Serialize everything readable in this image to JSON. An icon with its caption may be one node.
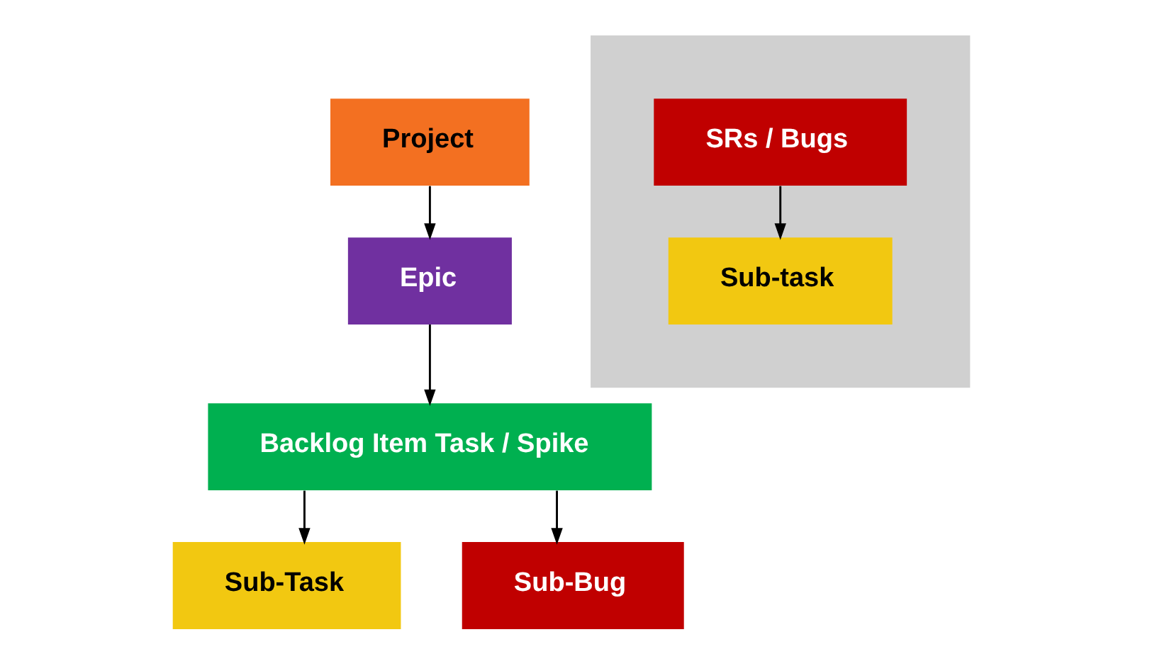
{
  "diagram": {
    "nodes": [
      {
        "text": [
          "Project"
        ]
      },
      {
        "text": [
          "Epic"
        ]
      },
      {
        "text": [
          "Backlog Item Task / Spike"
        ]
      },
      {
        "text": [
          "Sub-Task"
        ]
      },
      {
        "text": [
          "Sub-Bug"
        ]
      },
      {
        "text": [],
        "shape": "box"
      },
      {
        "text": [
          "SRs / Bugs"
        ],
        "in": 5
      },
      {
        "text": [
          "Sub-task"
        ],
        "in": 5
      }
    ],
    "edges": [
      {
        "from": 0,
        "to": 1,
        "arrow": "to"
      },
      {
        "from": 1,
        "to": 2,
        "arrow": "to"
      },
      {
        "from": 2,
        "to": 3,
        "arrow": "to"
      },
      {
        "from": 2,
        "to": 4,
        "arrow": "to"
      },
      {
        "from": 6,
        "to": 7,
        "arrow": "to"
      }
    ]
  }
}
